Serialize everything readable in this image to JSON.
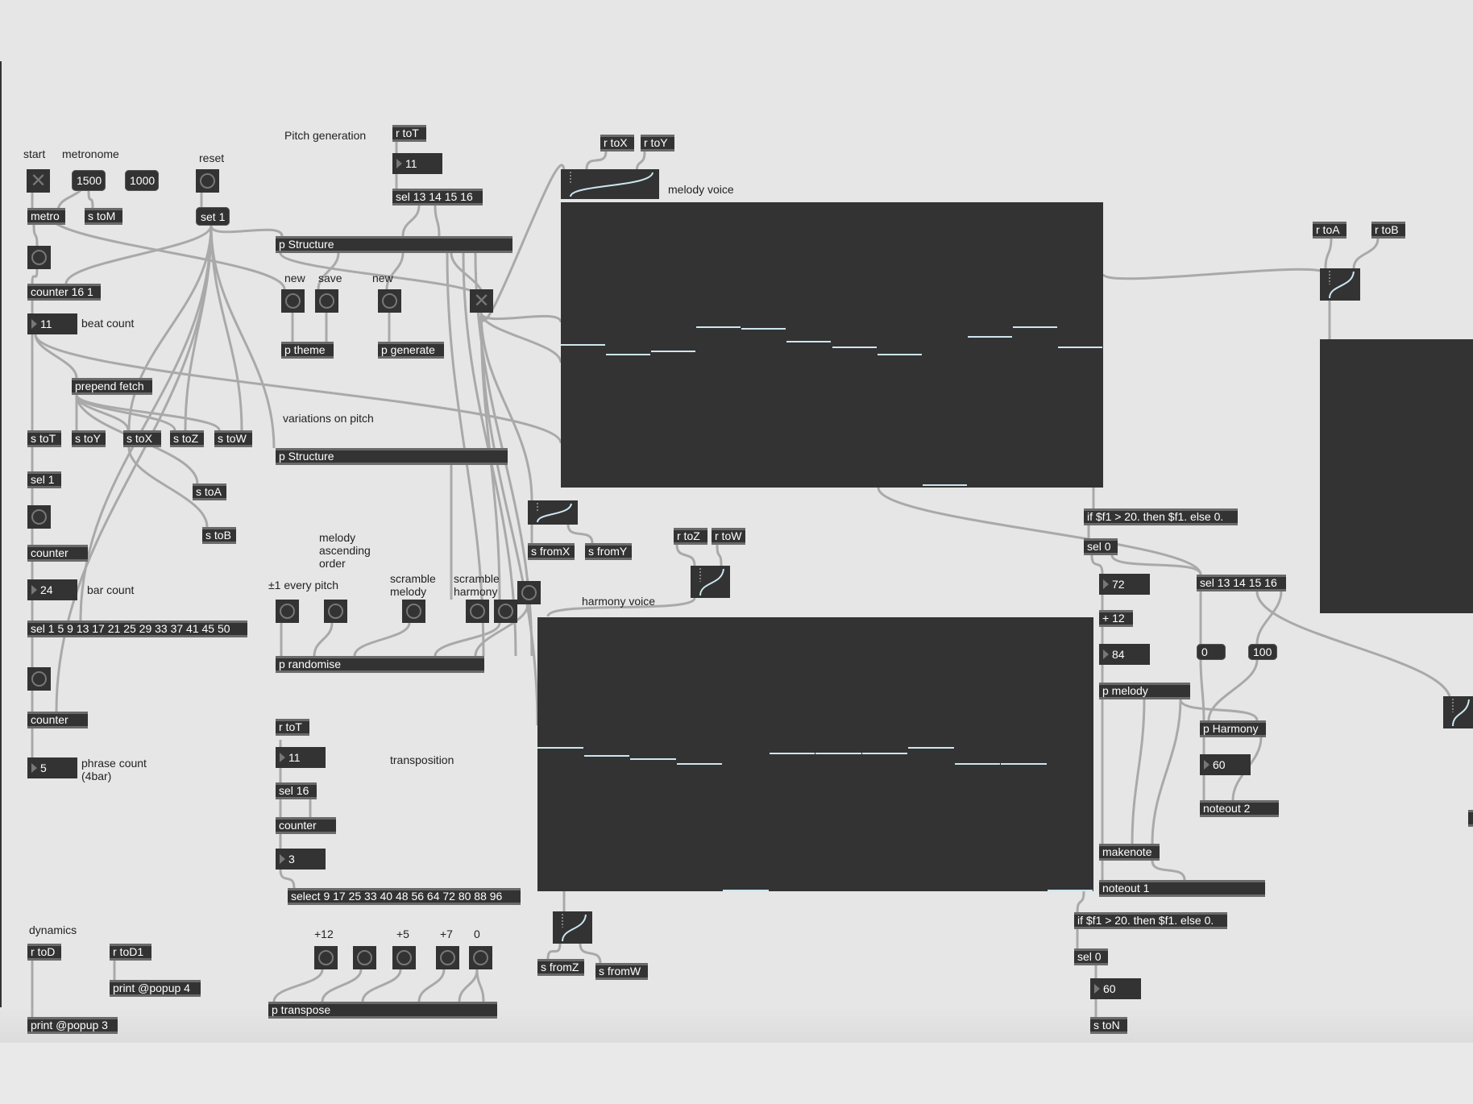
{
  "comments": {
    "start": "start",
    "metronome": "metronome",
    "reset": "reset",
    "pitch_generation": "Pitch generation",
    "new1": "new",
    "save": "save",
    "new2": "new",
    "beat_count": "beat count",
    "variations": "variations on pitch",
    "melody_asc": "melody ascending order",
    "plus_minus": "±1 every pitch",
    "scramble_melody": "scramble melody",
    "scramble_harmony": "scramble harmony",
    "bar_count": "bar count",
    "phrase_count": "phrase count (4bar)",
    "transposition": "transposition",
    "dynamics": "dynamics",
    "t12": "+12",
    "t5": "+5",
    "t7": "+7",
    "t0": "0",
    "melody_voice": "melody voice",
    "harmony_voice": "harmony voice"
  },
  "objects": {
    "metro": "metro",
    "s_toM": "s toM",
    "counter16": "counter 16 1",
    "prepend": "prepend fetch",
    "s_toT": "s toT",
    "s_toY": "s toY",
    "s_toX": "s toX",
    "s_toZ": "s toZ",
    "s_toW": "s toW",
    "s_toA": "s toA",
    "s_toB": "s toB",
    "sel1": "sel 1",
    "counter_bar": "counter",
    "sel_bars": "sel 1 5 9 13 17 21 25 29 33 37 41 45 50",
    "counter_phrase": "counter",
    "r_toD": "r toD",
    "r_toD1": "r toD1",
    "print4": "print @popup 4",
    "print3": "print @popup 3",
    "r_toT": "r toT",
    "sel_pitch": "sel 13 14 15 16",
    "p_structure1": "p Structure",
    "p_theme": "p theme",
    "p_generate": "p generate",
    "p_structure2": "p Structure",
    "p_randomise": "p randomise",
    "r_toT2": "r toT",
    "sel16": "sel 16",
    "counter_tr": "counter",
    "select_tr": "select 9 17 25 33 40 48 56 64 72 80 88 96",
    "p_transpose": "p transpose",
    "r_toX": "r toX",
    "r_toY": "r toY",
    "r_toA": "r toA",
    "r_toB": "r toB",
    "s_fromX": "s fromX",
    "s_fromY": "s fromY",
    "r_toZ": "r toZ",
    "r_toW": "r toW",
    "s_fromZ": "s fromZ",
    "s_fromW": "s fromW",
    "if1": "if $f1 > 20. then $f1. else 0.",
    "sel0a": "sel 0",
    "plus12": "+ 12",
    "p_melody": "p melody",
    "sel_harm": "sel 13 14 15 16",
    "p_harmony": "p Harmony",
    "noteout2": "noteout 2",
    "makenote": "makenote",
    "noteout1": "noteout 1",
    "if2": "if $f1 > 20. then $f1. else 0.",
    "sel0b": "sel 0",
    "s_toN": "s toN"
  },
  "messages": {
    "m1500": "1500",
    "m1000": "1000",
    "set1": "set 1",
    "m0": "0",
    "m100": "100"
  },
  "numbers": {
    "beat": "11",
    "bar": "24",
    "phrase": "5",
    "pitch": "11",
    "tr_num": "11",
    "tr_count": "3",
    "n72": "72",
    "n84": "84",
    "harm60": "60",
    "out60": "60"
  },
  "toggles": {
    "start": true,
    "structure": true
  },
  "multisliders": {
    "melody": [
      0.503,
      0.47,
      0.48,
      0.566,
      0.559,
      0.513,
      0.493,
      0.47,
      0.01,
      0.53,
      0.566,
      0.493
    ],
    "harmony": [
      0.527,
      0.497,
      0.486,
      0.469,
      0.007,
      0.507,
      0.507,
      0.507,
      0.527,
      0.469,
      0.469,
      0.007
    ]
  },
  "colors": {
    "background": "#e6e6e6",
    "object": "#333333",
    "slider_value": "#cde6f0",
    "cable": "#a9a9a9"
  }
}
